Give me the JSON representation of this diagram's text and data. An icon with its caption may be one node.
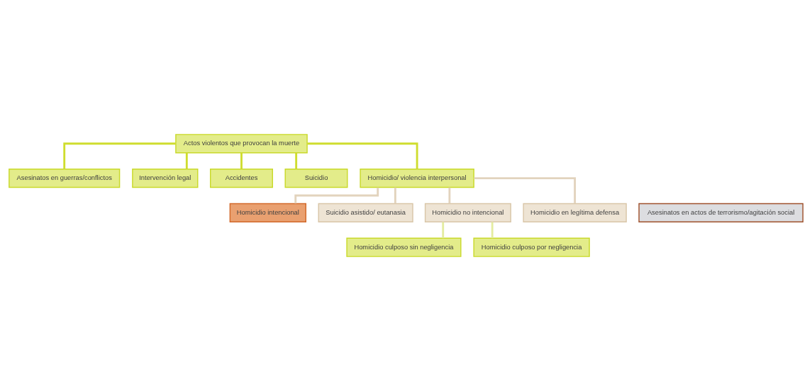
{
  "diagram": {
    "nodes": [
      {
        "text": [
          "Actos violentos que provocan la muerte"
        ]
      },
      {
        "text": [
          "Asesinatos en guerras/conflictos"
        ]
      },
      {
        "text": [
          "Intervención legal"
        ]
      },
      {
        "text": [
          "Accidentes"
        ]
      },
      {
        "text": [
          "Suicidio"
        ]
      },
      {
        "text": [
          "Homicidio/ violencia interpersonal"
        ]
      },
      {
        "text": [
          "Homicidio intencional"
        ]
      },
      {
        "text": [
          "Suicidio asistido/ eutanasia"
        ]
      },
      {
        "text": [
          "Homicidio no intencional"
        ]
      },
      {
        "text": [
          "Homicidio en legítima defensa"
        ]
      },
      {
        "text": [
          "Asesinatos en actos de terrorismo/agitación social"
        ]
      },
      {
        "text": [
          "Homicidio culposo sin negligencia"
        ]
      },
      {
        "text": [
          "Homicidio culposo por negligencia"
        ]
      }
    ],
    "edges": [
      {
        "from": 0,
        "to": 1,
        "arrow": "none"
      },
      {
        "from": 0,
        "to": 2,
        "arrow": "none"
      },
      {
        "from": 0,
        "to": 3,
        "arrow": "none"
      },
      {
        "from": 0,
        "to": 4,
        "arrow": "none"
      },
      {
        "from": 0,
        "to": 5,
        "arrow": "none"
      },
      {
        "from": 5,
        "to": 6,
        "arrow": "none",
        "color": "#e2d3bd"
      },
      {
        "from": 5,
        "to": 7,
        "arrow": "none",
        "color": "#e2d3bd"
      },
      {
        "from": 5,
        "to": 8,
        "arrow": "none",
        "color": "#e2d3bd"
      },
      {
        "from": 5,
        "to": 9,
        "arrow": "none",
        "color": "#e2d3bd"
      },
      {
        "from": 8,
        "to": 11,
        "arrow": "none",
        "color": "#e4eca0"
      },
      {
        "from": 8,
        "to": 12,
        "arrow": "none",
        "color": "#e4eca0"
      }
    ]
  }
}
